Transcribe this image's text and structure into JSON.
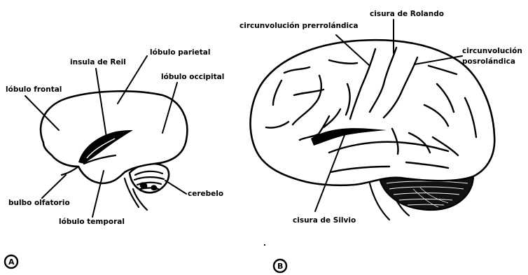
{
  "figure_a": {
    "marker": "A",
    "labels": {
      "insula": "insula de Reil",
      "parietal": "lóbulo parietal",
      "frontal": "lóbulo frontal",
      "occipital": "lóbulo occipital",
      "olfactory": "bulbo olfatorio",
      "temporal": "lóbulo temporal",
      "cerebellum": "cerebelo"
    }
  },
  "figure_b": {
    "marker": "B",
    "labels": {
      "precentral": "circunvolución prerrolándica",
      "rolando": "cisura de Rolando",
      "postcentral_line1": "circunvolución",
      "postcentral_line2": "posrolándica",
      "silvio": "cisura de Silvio"
    }
  }
}
